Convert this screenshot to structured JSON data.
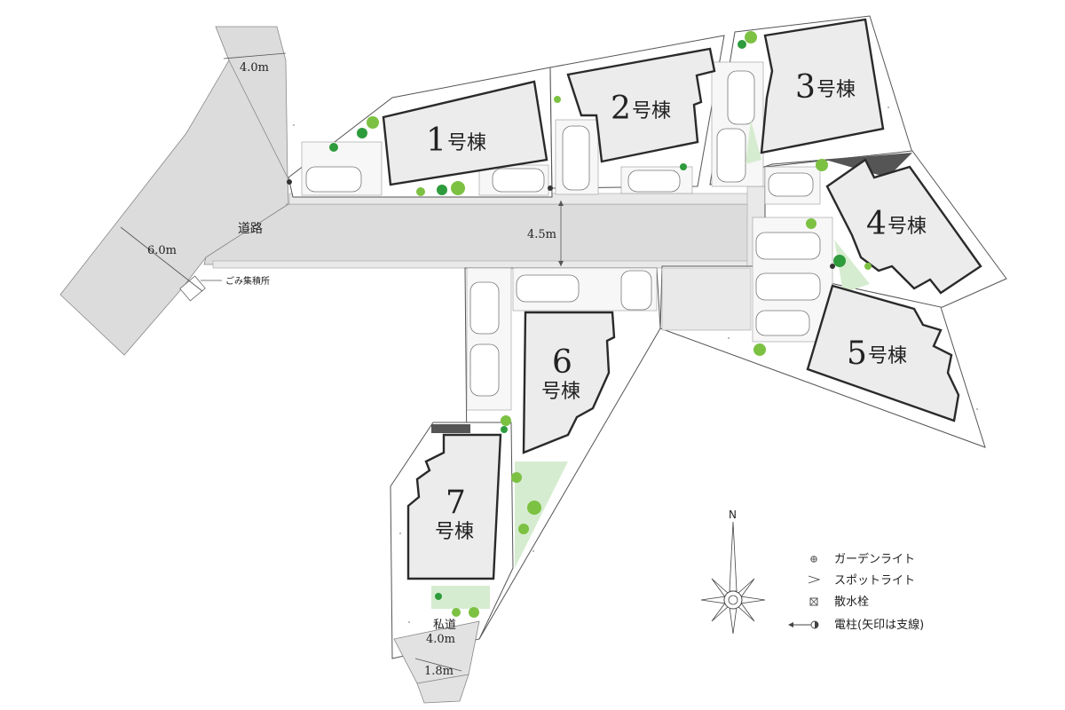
{
  "road": {
    "label": "道路",
    "width_main": "4.5m",
    "width_west": "6.0m",
    "width_north": "4.0m"
  },
  "garbage": {
    "label": "ごみ集積所"
  },
  "private_road": {
    "label": "私道",
    "width": "4.0m",
    "width_narrow": "1.8m"
  },
  "lots": [
    {
      "num": "1",
      "suffix": "号棟"
    },
    {
      "num": "2",
      "suffix": "号棟"
    },
    {
      "num": "3",
      "suffix": "号棟"
    },
    {
      "num": "4",
      "suffix": "号棟"
    },
    {
      "num": "5",
      "suffix": "号棟"
    },
    {
      "num": "6",
      "suffix": "号棟"
    },
    {
      "num": "7",
      "suffix": "号棟"
    }
  ],
  "compass": {
    "north": "N"
  },
  "legend": [
    {
      "icon": "garden-light-icon",
      "label": "ガーデンライト"
    },
    {
      "icon": "spot-light-icon",
      "label": "スポットライト"
    },
    {
      "icon": "water-tap-icon",
      "label": "散水栓"
    },
    {
      "icon": "utility-pole-icon",
      "label": "電柱(矢印は支線)"
    }
  ],
  "colors": {
    "road": "#dcdcdc",
    "house_outline": "#2a2a2a",
    "lawn": "#d6ecd0",
    "tree": "#7cc142"
  }
}
